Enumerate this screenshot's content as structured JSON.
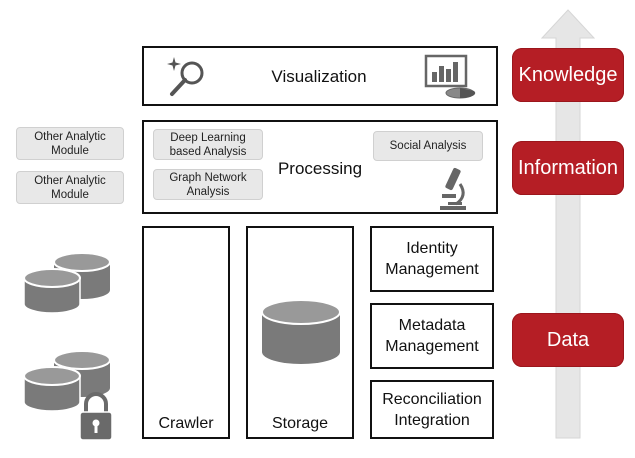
{
  "layers": {
    "visualization": "Visualization",
    "processing": "Processing",
    "crawler": "Crawler",
    "storage": "Storage"
  },
  "processing_modules": {
    "deep_learning": "Deep Learning based Analysis",
    "graph_network": "Graph Network Analysis",
    "social": "Social Analysis"
  },
  "side_modules": [
    "Other Analytic Module",
    "Other Analytic Module"
  ],
  "management": {
    "identity": "Identity Management",
    "metadata": "Metadata Management",
    "reconciliation": "Reconciliation Integration"
  },
  "levels": {
    "knowledge": "Knowledge",
    "information": "Information",
    "data": "Data"
  },
  "colors": {
    "accent": "#b51e25",
    "icon_gray": "#7a7a7a",
    "pill_bg": "#e8e8e8",
    "arrow": "#e6e6e6"
  },
  "icons": [
    "magnifier-sparkle-icon",
    "dashboard-chart-icon",
    "microscope-icon",
    "database-icon",
    "lock-icon"
  ]
}
